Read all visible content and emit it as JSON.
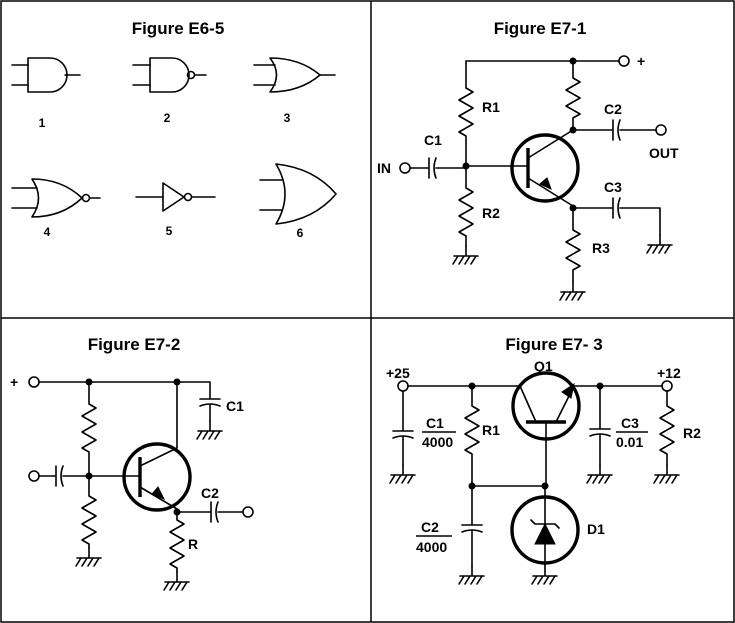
{
  "panels": {
    "e6_5": {
      "title": "Figure E6-5",
      "gate_numbers": [
        "1",
        "2",
        "3",
        "4",
        "5",
        "6"
      ]
    },
    "e7_1": {
      "title": "Figure E7-1",
      "labels": {
        "plus": "+",
        "r1": "R1",
        "r2": "R2",
        "r3": "R3",
        "c1": "C1",
        "c2": "C2",
        "c3": "C3",
        "in": "IN",
        "out": "OUT"
      }
    },
    "e7_2": {
      "title": "Figure E7-2",
      "labels": {
        "plus": "+",
        "c1": "C1",
        "c2": "C2",
        "r": "R"
      }
    },
    "e7_3": {
      "title": "Figure E7- 3",
      "labels": {
        "v_in": "+25",
        "v_out": "+12",
        "q1": "Q1",
        "c1": "C1",
        "c1_value": "4000",
        "r1": "R1",
        "c3": "C3",
        "c3_value": "0.01",
        "r2": "R2",
        "c2": "C2",
        "c2_value": "4000",
        "d1": "D1"
      }
    }
  }
}
